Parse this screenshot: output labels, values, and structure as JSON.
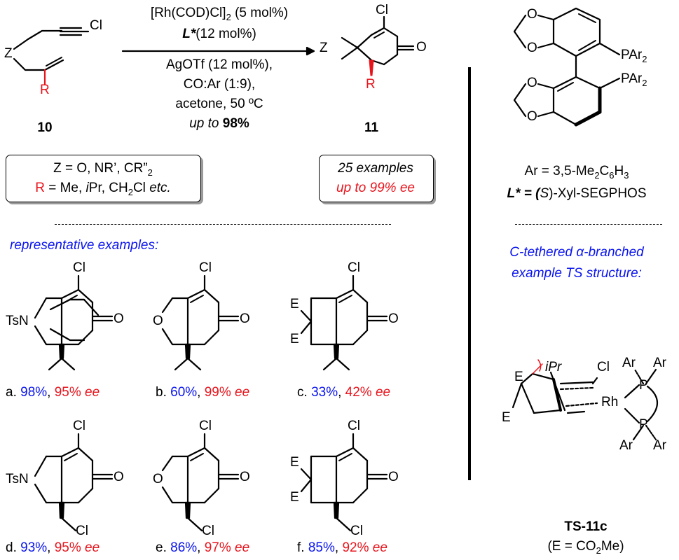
{
  "reaction": {
    "catalyst": "[Rh(COD)Cl]",
    "catalyst_sub": "2",
    "catalyst_load": " (5 mol%)",
    "ligand": "L*",
    "ligand_load": "(12 mol%)",
    "additive": "AgOTf (12 mol%),",
    "gas": "CO:Ar (1:9),",
    "solvent": "acetone, 50 ºC",
    "yield_prefix": "up to",
    "yield_value": "98%"
  },
  "substrate": {
    "number": "10",
    "cl": "Cl",
    "z": "Z",
    "r": "R"
  },
  "product": {
    "number": "11",
    "cl": "Cl",
    "z": "Z",
    "r": "R",
    "o": "O"
  },
  "scope_box": {
    "line1": "Z = O, NR’, CR”",
    "line1_sub": "2",
    "r_label": "R",
    "line2_a": " = Me, ",
    "line2_ipr": "i",
    "line2_b": "Pr, CH",
    "line2_sub": "2",
    "line2_c": "Cl ",
    "line2_etc": "etc."
  },
  "examples_box": {
    "line1": "25 examples",
    "line2": "up to 99% ee"
  },
  "representative_heading": "representative examples:",
  "ligand_info": {
    "par2_top": "PAr",
    "par2_bottom": "PAr",
    "par_sub": "2",
    "ar_def_a": "Ar = 3,5-Me",
    "ar_def_b": "C",
    "ar_def_c": "H",
    "ar_sub1": "2",
    "ar_sub2": "6",
    "ar_sub3": "3",
    "l_def_a": "L* = (",
    "l_def_s": "S",
    "l_def_b": ")-Xyl-SEGPHOS",
    "ring_o": "O"
  },
  "ts_heading_1": "C-tethered α-branched",
  "ts_heading_2": "example TS structure:",
  "ts": {
    "label": "TS-11c",
    "note_a": "(E = CO",
    "note_sub": "2",
    "note_b": "Me)",
    "e": "E",
    "ipr": "iPr",
    "cl": "Cl",
    "rh": "Rh",
    "p": "P",
    "ar": "Ar"
  },
  "examples": [
    {
      "letter": "a.",
      "yield": "98%",
      "ee": "95%",
      "ee_unit": "ee",
      "z": "TsN",
      "sub": "iPr"
    },
    {
      "letter": "b.",
      "yield": "60%",
      "ee": "99%",
      "ee_unit": "ee",
      "z": "O",
      "sub": "iPr"
    },
    {
      "letter": "c.",
      "yield": "33%",
      "ee": "42%",
      "ee_unit": "ee",
      "z": "E",
      "sub": "iPr"
    },
    {
      "letter": "d.",
      "yield": "93%",
      "ee": "95%",
      "ee_unit": "ee",
      "z": "TsN",
      "sub": "CH2Cl"
    },
    {
      "letter": "e.",
      "yield": "86%",
      "ee": "97%",
      "ee_unit": "ee",
      "z": "O",
      "sub": "CH2Cl"
    },
    {
      "letter": "f.",
      "yield": "85%",
      "ee": "92%",
      "ee_unit": "ee",
      "z": "E",
      "sub": "CH2Cl"
    }
  ],
  "example_labels": {
    "cl": "Cl",
    "o": "O",
    "tsn": "TsN",
    "e": "E",
    "ring_o": "O"
  },
  "colors": {
    "yield": "#0a14ee",
    "ee": "#e8141c",
    "substituent": "#e8141c"
  }
}
